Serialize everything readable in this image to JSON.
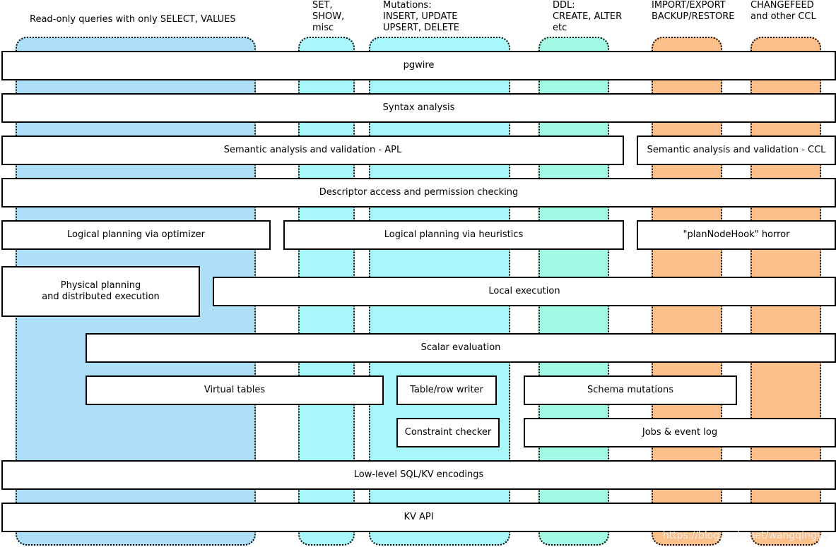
{
  "colors": {
    "readonly_lane": "#addff9",
    "set_lane": "#a8f7fb",
    "mutations_lane": "#a8f7fb",
    "ddl_lane": "#a3f9e3",
    "import_lane": "#fdc08a",
    "changefeed_lane": "#fdc08a"
  },
  "lanes": {
    "readonly": "Read-only queries with only SELECT, VALUES",
    "set": "SET,\nSHOW,\nmisc",
    "mutations": "Mutations:\nINSERT, UPDATE\nUPSERT, DELETE",
    "ddl": "DDL:\nCREATE, ALTER\netc",
    "import": "IMPORT/EXPORT\nBACKUP/RESTORE",
    "changefeed": "CHANGEFEED\nand other CCL"
  },
  "boxes": {
    "pgwire": "pgwire",
    "syntax": "Syntax analysis",
    "semantic_apl": "Semantic analysis and validation - APL",
    "semantic_ccl": "Semantic analysis and validation - CCL",
    "descriptor": "Descriptor access and permission checking",
    "logical_optimizer": "Logical planning via optimizer",
    "logical_heuristics": "Logical planning via heuristics",
    "plannodehook": "\"planNodeHook\" horror",
    "physical": "Physical planning\nand distributed execution",
    "local_exec": "Local execution",
    "scalar": "Scalar evaluation",
    "virtual_tables": "Virtual tables",
    "table_writer": "Table/row writer",
    "schema_mutations": "Schema mutations",
    "constraint": "Constraint checker",
    "jobs": "Jobs & event log",
    "lowlevel": "Low-level SQL/KV encodings",
    "kvapi": "KV API"
  },
  "watermark": "https://blog.csdn.net/wangqingyu"
}
